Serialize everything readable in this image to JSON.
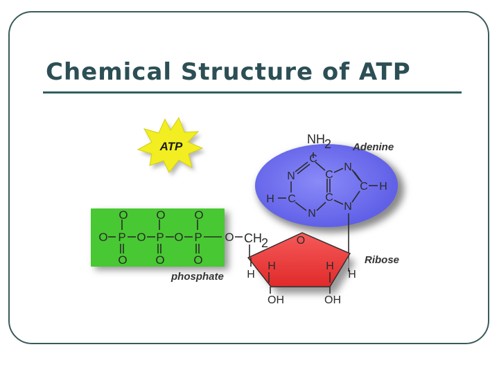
{
  "slide": {
    "title": "Chemical Structure of ATP"
  },
  "diagram": {
    "badge": "ATP",
    "labels": {
      "adenine": "Adenine",
      "ribose": "Ribose",
      "phosphate": "phosphate"
    },
    "atoms": {
      "o": "O",
      "p": "P",
      "c": "C",
      "n": "N",
      "h": "H",
      "nh": "NH",
      "sub2": "2",
      "oh": "OH",
      "ch": "CH"
    },
    "colors": {
      "phosphate_block": "#48c832",
      "adenine_ellipse": "#6e6ef0",
      "ribose_ring": "#ee3a3a",
      "starburst": "#f2ee22",
      "title": "#2c4f55",
      "frame": "#3a5a5a"
    }
  }
}
